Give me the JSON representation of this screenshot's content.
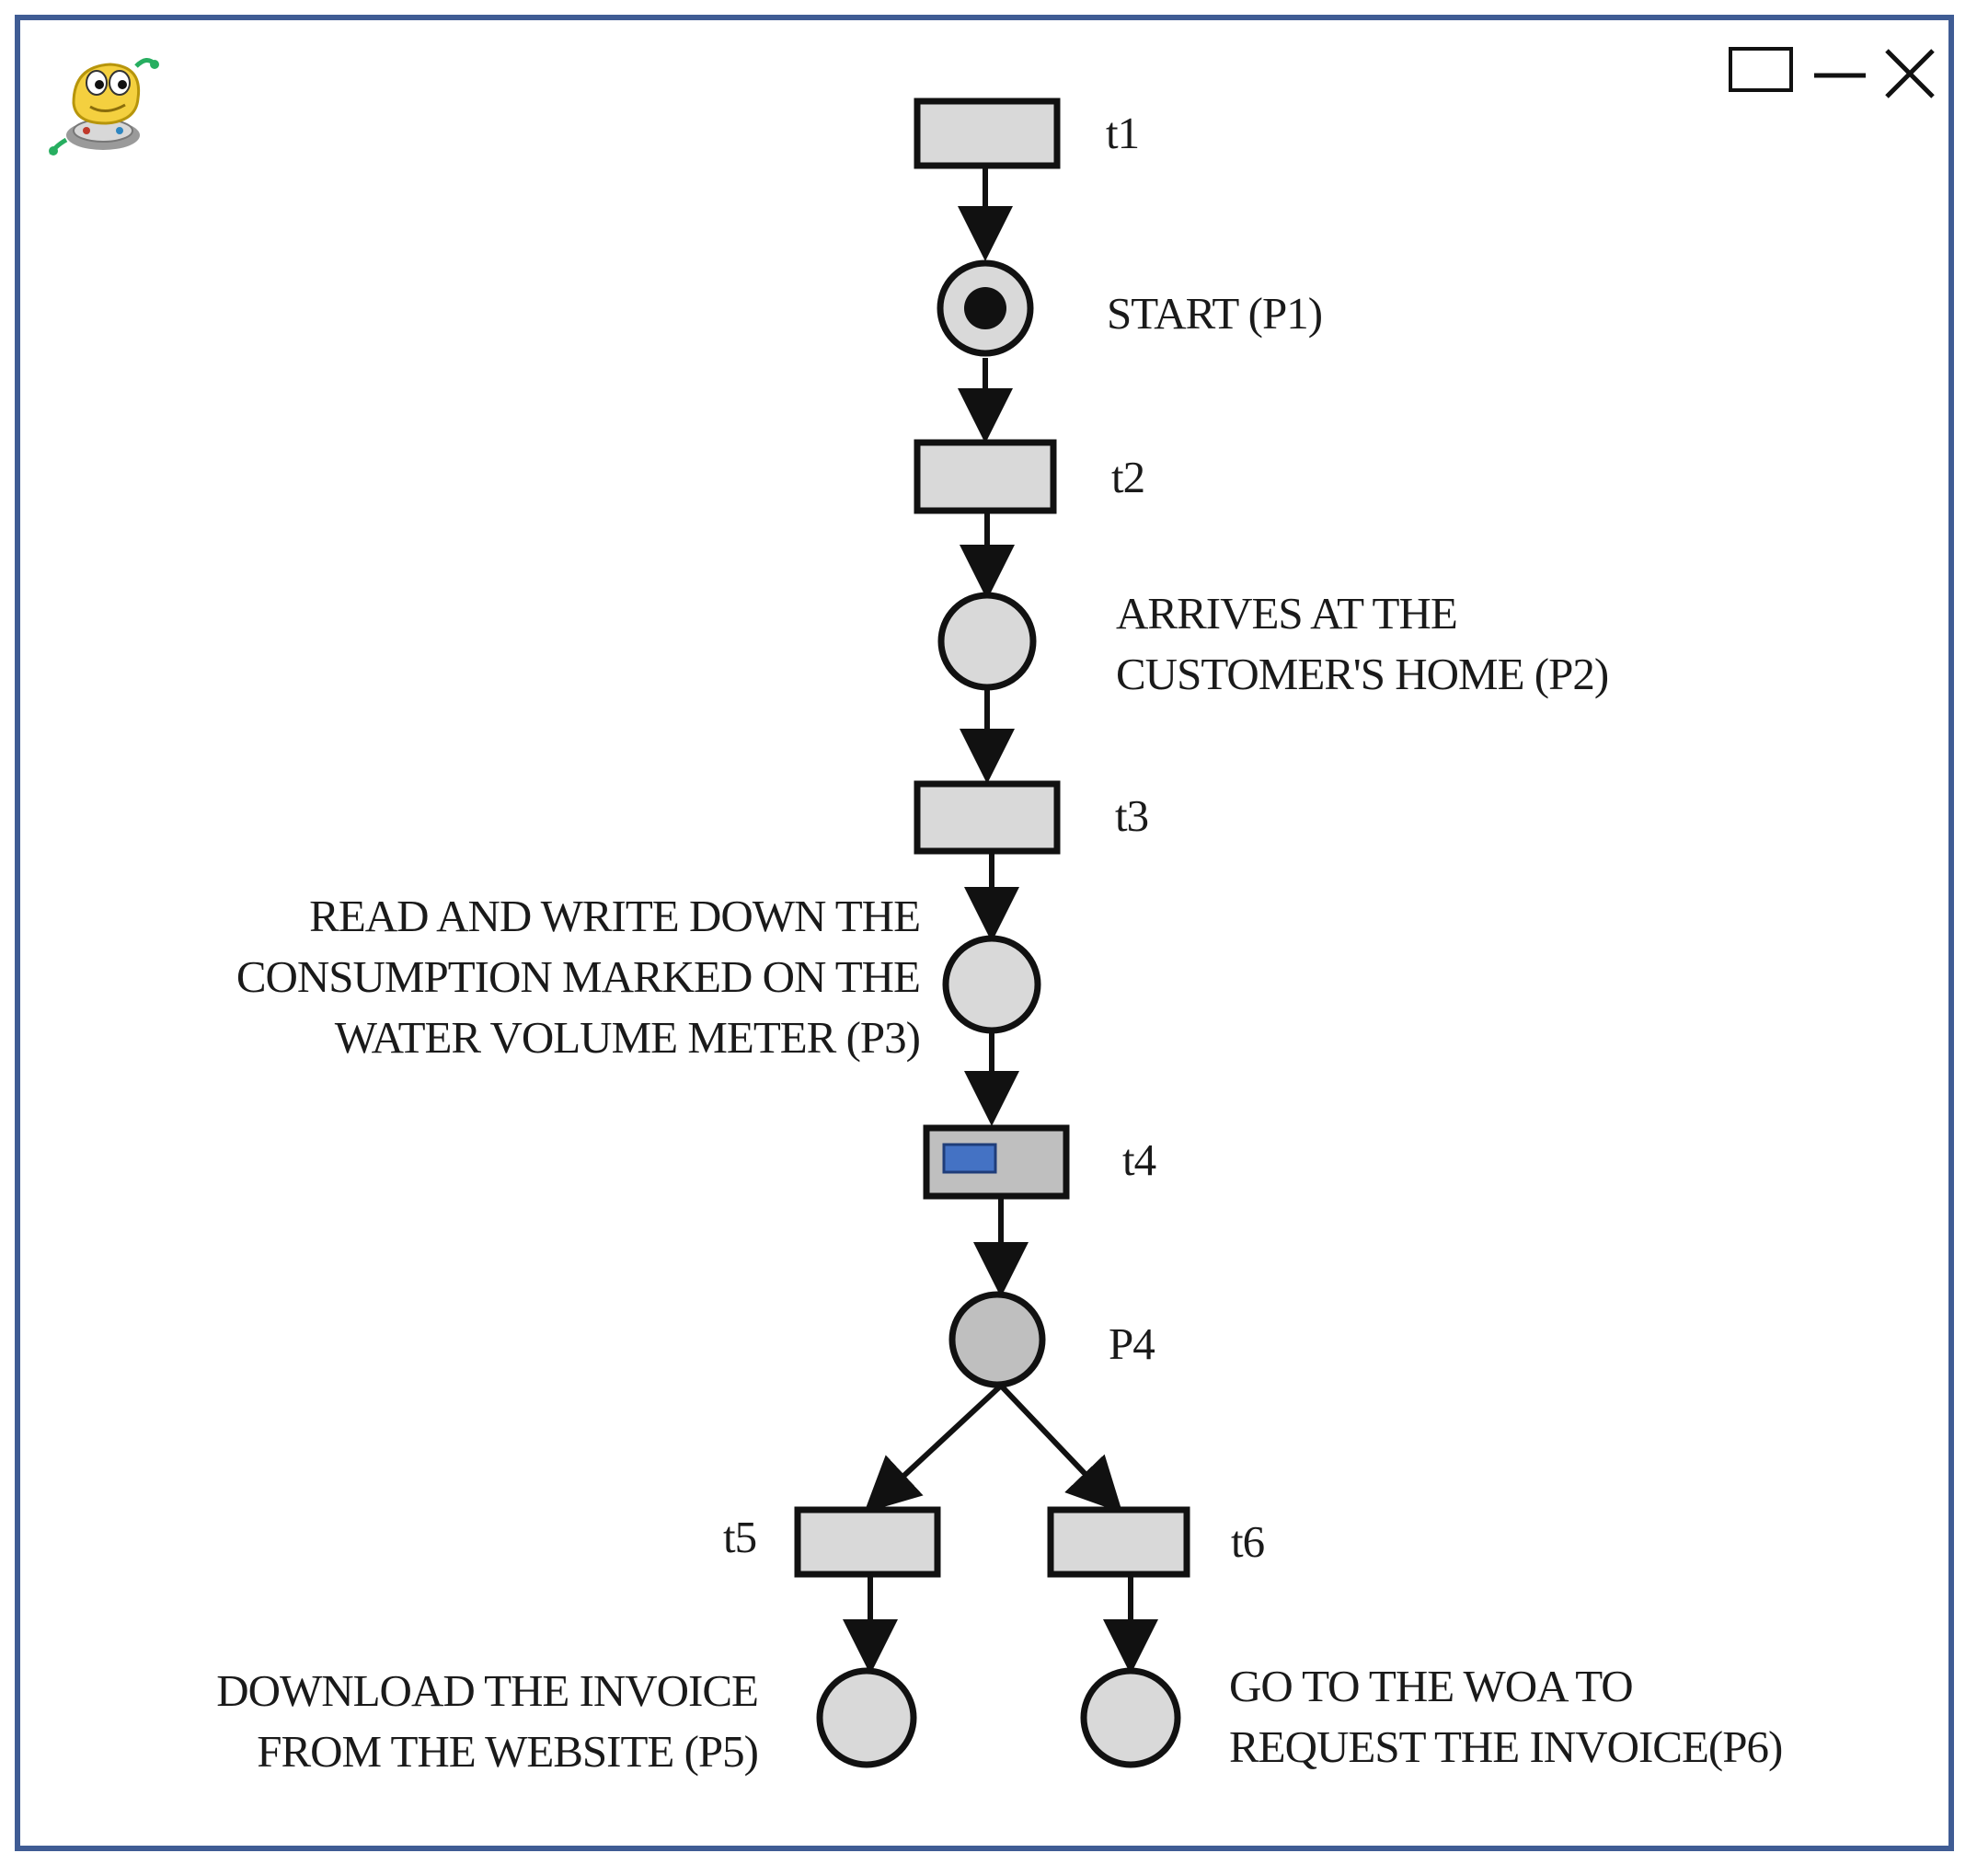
{
  "transitions": [
    {
      "id": "t1",
      "label": "t1"
    },
    {
      "id": "t2",
      "label": "t2"
    },
    {
      "id": "t3",
      "label": "t3"
    },
    {
      "id": "t4",
      "label": "t4"
    },
    {
      "id": "t5",
      "label": "t5"
    },
    {
      "id": "t6",
      "label": "t6"
    }
  ],
  "places": [
    {
      "id": "p1",
      "label": "START (P1)",
      "tokens": 1
    },
    {
      "id": "p2",
      "label_line1": "ARRIVES AT THE",
      "label_line2": "CUSTOMER'S HOME (P2)",
      "tokens": 0
    },
    {
      "id": "p3",
      "label_line1": "READ AND WRITE DOWN THE",
      "label_line2": "CONSUMPTION MARKED ON THE",
      "label_line3": "WATER VOLUME METER (P3)",
      "tokens": 0
    },
    {
      "id": "p4",
      "label": "P4",
      "tokens": 0
    },
    {
      "id": "p5",
      "label_line1": "DOWNLOAD THE INVOICE",
      "label_line2": "FROM THE WEBSITE (P5)",
      "tokens": 0
    },
    {
      "id": "p6",
      "label_line1": "GO TO THE WOA TO",
      "label_line2": "REQUEST THE INVOICE(P6)",
      "tokens": 0
    }
  ],
  "colors": {
    "frame": "#3f5c94",
    "node_fill": "#d9d9d9",
    "active_node_fill": "#bfbfbf",
    "stroke": "#111111",
    "t4_marker": "#4472c4"
  },
  "icons": {
    "app": "snake-mascot-icon",
    "window_controls": [
      "maximize-icon",
      "minimize-icon",
      "close-icon"
    ]
  }
}
